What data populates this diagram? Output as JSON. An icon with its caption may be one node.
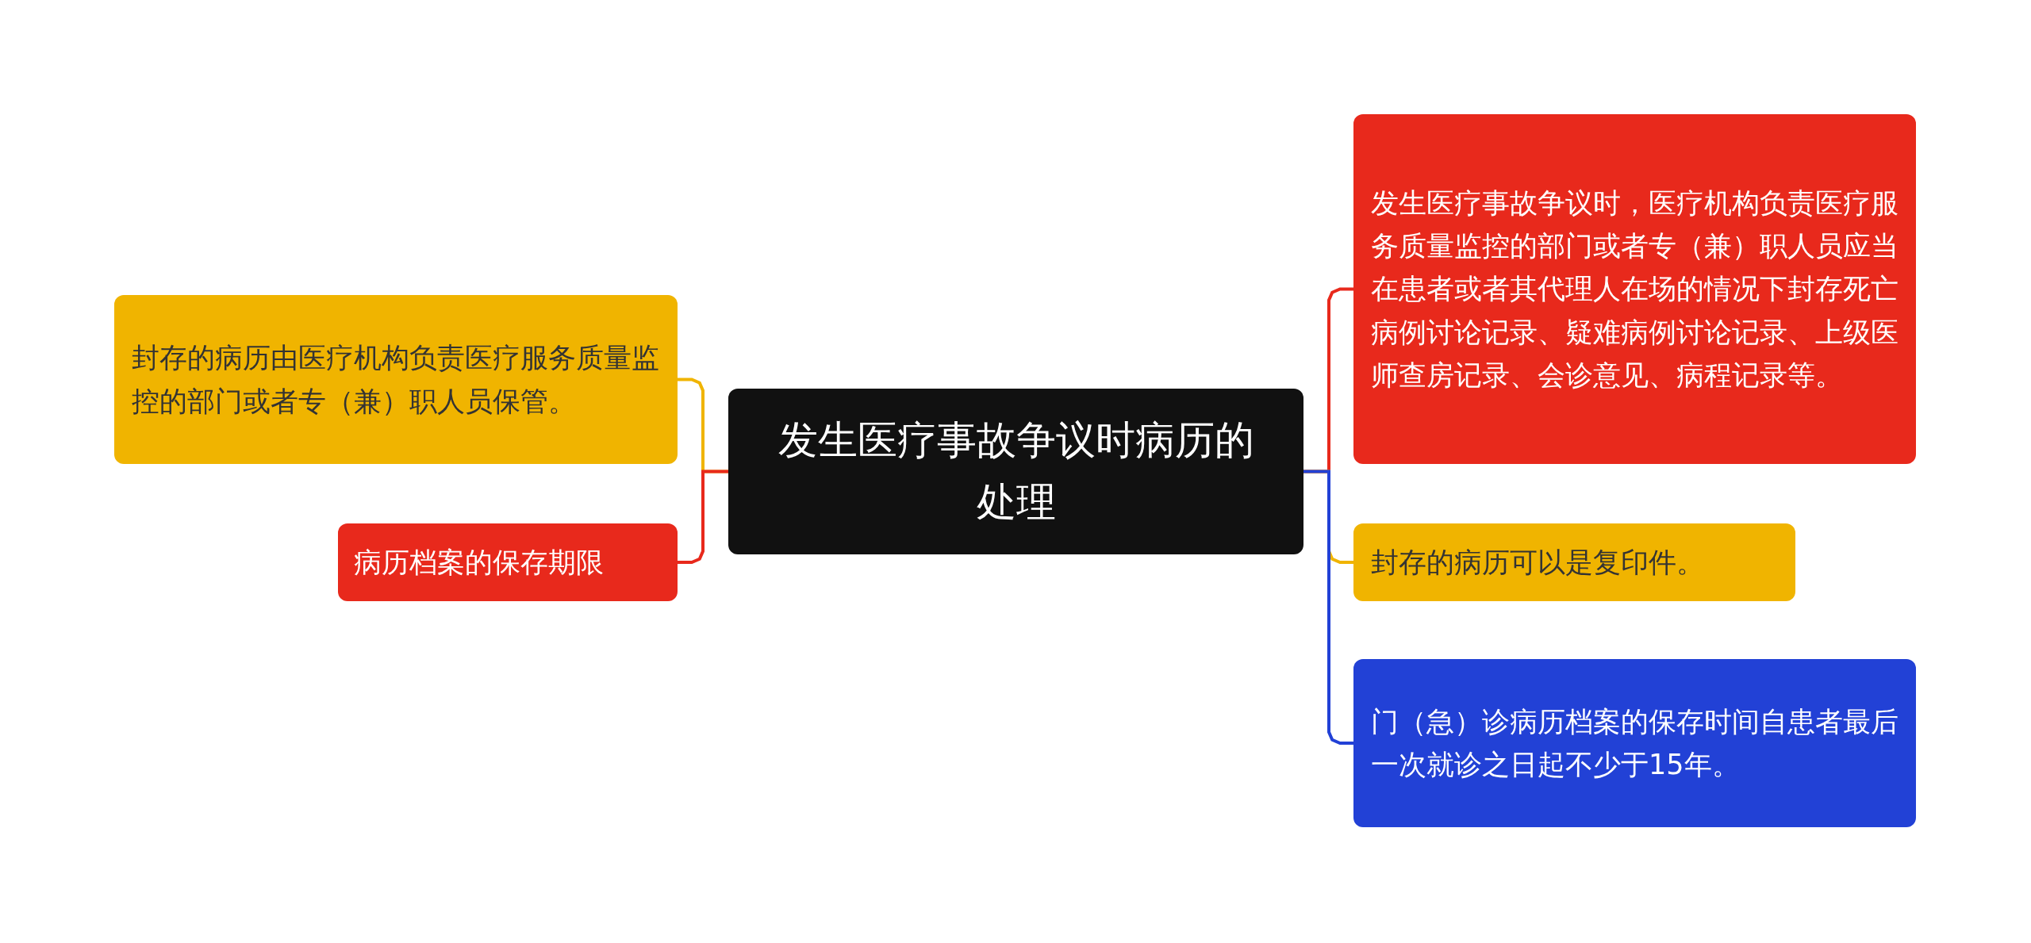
{
  "diagram": {
    "nodes": [
      {
        "text": [
          "发生医疗事故争议时病历的处理"
        ]
      },
      {
        "text": [
          "封存的病历由医疗机构负责医疗服务质量监控的部门或者专（兼）职人员保管。"
        ]
      },
      {
        "text": [
          "病历档案的保存期限"
        ]
      },
      {
        "text": [
          "发生医疗事故争议时，医疗机构负责医疗服务质量监控的部门或者专（兼）职人员应当在患者或者其代理人在场的情况下封存死亡病例讨论记录、疑难病例讨论记录、上级医师查房记录、会诊意见、病程记录等。"
        ]
      },
      {
        "text": [
          "封存的病历可以是复印件。"
        ]
      },
      {
        "text": [
          "门（急）诊病历档案的保存时间自患者最后一次就诊之日起不少于15年。"
        ]
      }
    ],
    "edges": [
      {
        "from": 0,
        "to": 1,
        "arrow": "none",
        "color": "#f0b400"
      },
      {
        "from": 0,
        "to": 2,
        "arrow": "none",
        "color": "#e8291c"
      },
      {
        "from": 0,
        "to": 3,
        "arrow": "none",
        "color": "#e8291c"
      },
      {
        "from": 0,
        "to": 4,
        "arrow": "none",
        "color": "#f0b400"
      },
      {
        "from": 0,
        "to": 5,
        "arrow": "none",
        "color": "#2241d6"
      }
    ]
  }
}
